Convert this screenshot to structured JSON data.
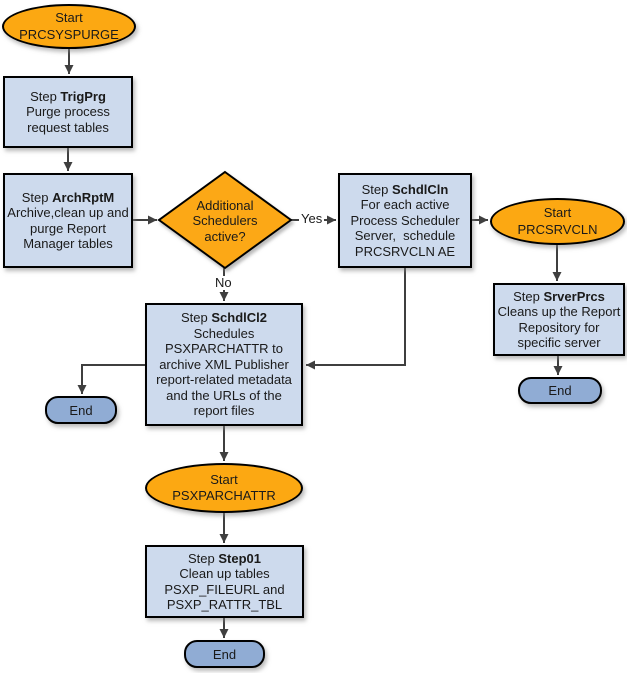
{
  "figure": {
    "type": "flowchart",
    "background": "#ffffff"
  },
  "palette": {
    "start_fill": "#FCA812",
    "step_fill": "#CDDAED",
    "end_fill": "#90ACD4",
    "shape_border": "#000000",
    "connector": "#3f3f3f",
    "text": "#1a1a1a"
  },
  "edge_labels": {
    "yes": "Yes",
    "no": "No"
  },
  "nodes": {
    "start_prcsyspurge": {
      "line1": "Start",
      "line2": "PRCSYSPURGE"
    },
    "trigprg": {
      "prefix": "Step ",
      "name": "TrigPrg",
      "lines": [
        "Purge process",
        "request tables"
      ]
    },
    "archrptm": {
      "prefix": "Step ",
      "name": "ArchRptM",
      "lines": [
        "Archive,clean up and",
        "purge Report",
        "Manager tables"
      ]
    },
    "decision": {
      "lines": [
        "Additional",
        "Schedulers",
        "active?"
      ]
    },
    "schdlcln": {
      "prefix": "Step ",
      "name": "SchdlCln",
      "lines": [
        "For each active",
        "Process Scheduler",
        "Server,  schedule",
        "PRCSRVCLN AE"
      ]
    },
    "start_prcsrvcln": {
      "line1": "Start",
      "line2": "PRCSRVCLN"
    },
    "srverprcs": {
      "prefix": "Step ",
      "name": "SrverPrcs",
      "lines": [
        "Cleans up the Report",
        "Repository for",
        "specific server"
      ]
    },
    "end_right": {
      "label": "End"
    },
    "schdlcl2": {
      "prefix": "Step ",
      "name": "SchdlCl2",
      "lines": [
        "Schedules",
        "PSXPARCHATTR to",
        "archive XML Publisher",
        "report-related metadata",
        "and the URLs of the",
        "report files"
      ]
    },
    "end_left": {
      "label": "End"
    },
    "start_psxparchattr": {
      "line1": "Start",
      "line2": "PSXPARCHATTR"
    },
    "step01": {
      "prefix": "Step ",
      "name": "Step01",
      "lines": [
        "Clean up tables",
        "PSXP_FILEURL and",
        "PSXP_RATTR_TBL"
      ]
    },
    "end_bottom": {
      "label": "End"
    }
  }
}
